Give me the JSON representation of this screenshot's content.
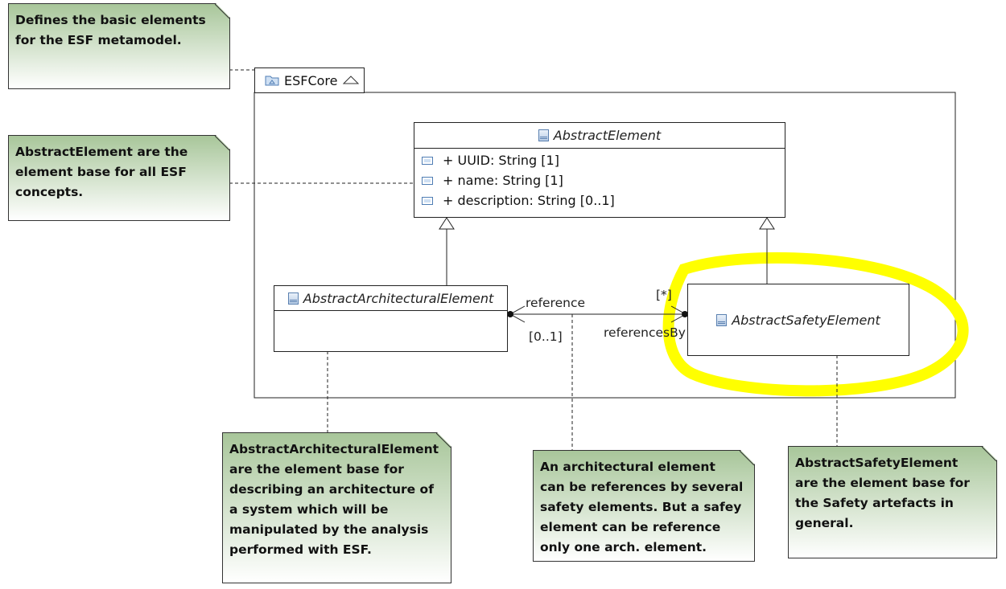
{
  "package": {
    "name": "ESFCore",
    "collapse_icon": "triangle-up-icon"
  },
  "classes": {
    "abstract_element": {
      "name": "AbstractElement",
      "attributes": [
        "+ UUID: String [1]",
        "+ name: String [1]",
        "+ description: String [0..1]"
      ]
    },
    "abstract_architectural_element": {
      "name": "AbstractArchitecturalElement"
    },
    "abstract_safety_element": {
      "name": "AbstractSafetyElement"
    }
  },
  "association": {
    "source_role": "reference",
    "source_multiplicity": "[0..1]",
    "target_role": "referencesBy",
    "target_multiplicity": "[*]"
  },
  "notes": {
    "package_note": [
      "Defines the basic elements",
      "for the ESF metamodel."
    ],
    "element_note": [
      "AbstractElement are the",
      "element base for all ESF",
      "concepts."
    ],
    "architectural_note": [
      "AbstractArchitecturalElement",
      "are the element base for",
      "describing an architecture of",
      "a system which will be",
      "manipulated by the analysis",
      "performed with ESF."
    ],
    "association_note": [
      "An architectural element",
      "can be references by several",
      "safety elements. But a safey",
      "element can be reference",
      "only one arch. element."
    ],
    "safety_note": [
      "AbstractSafetyElement",
      "are the element base for",
      "the Safety artefacts in",
      "general."
    ]
  },
  "colors": {
    "highlight": "#ffff00",
    "note_top": "#a8c69a",
    "icon_blue": "#5a80b0"
  }
}
